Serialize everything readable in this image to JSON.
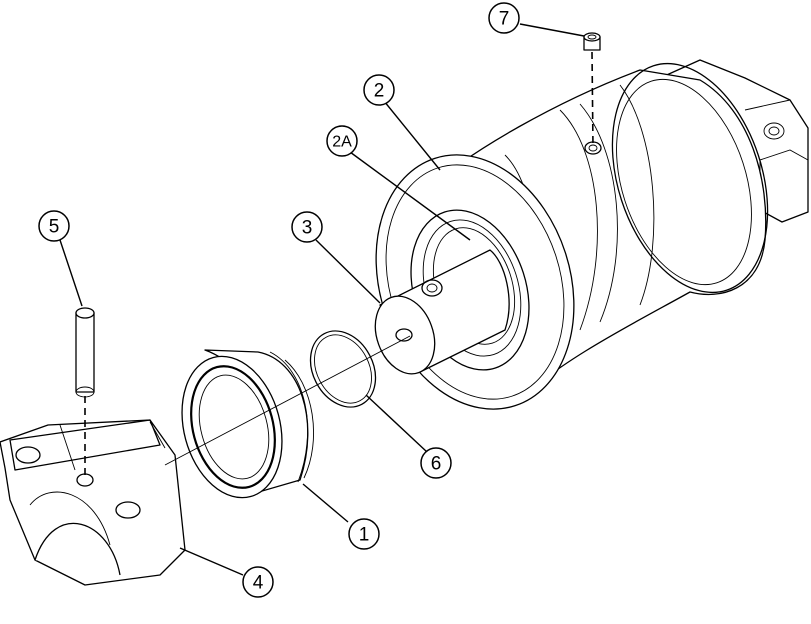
{
  "callouts": [
    {
      "id": "1",
      "label": "1"
    },
    {
      "id": "2",
      "label": "2"
    },
    {
      "id": "2A",
      "label": "2A"
    },
    {
      "id": "3",
      "label": "3"
    },
    {
      "id": "4",
      "label": "4"
    },
    {
      "id": "5",
      "label": "5"
    },
    {
      "id": "6",
      "label": "6"
    },
    {
      "id": "7",
      "label": "7"
    }
  ]
}
